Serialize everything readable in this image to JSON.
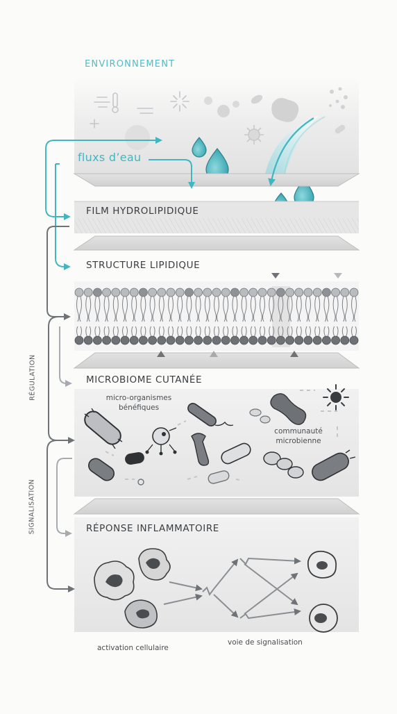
{
  "environment": {
    "title": "ENVIRONNEMENT",
    "water_flow_label": "fluxs d’eau"
  },
  "sections": {
    "film": "FILM HYDROLIPIDIQUE",
    "lipid": "STRUCTURE LIPIDIQUE",
    "microbiome": "MICROBIOME CUTANÉE",
    "inflammatory": "RÉPONSE INFLAMMATOIRE"
  },
  "microbiome_labels": {
    "beneficial": "micro-organismes\nbénéfiques",
    "community": "communauté\nmicrobienne"
  },
  "inflammatory_labels": {
    "activation": "activation cellulaire",
    "pathway": "voie de signalisation"
  },
  "side_labels": {
    "regulation": "RÉGULATION",
    "signaling": "SIGNALISATION"
  },
  "colors": {
    "accent_teal": "#41b6c0",
    "arrow_gray": "#6f7378",
    "arrow_light": "#a7abaf",
    "panel": "#ececec",
    "bead_dark": "#6e7175",
    "bead_light": "#b9bcbf"
  }
}
